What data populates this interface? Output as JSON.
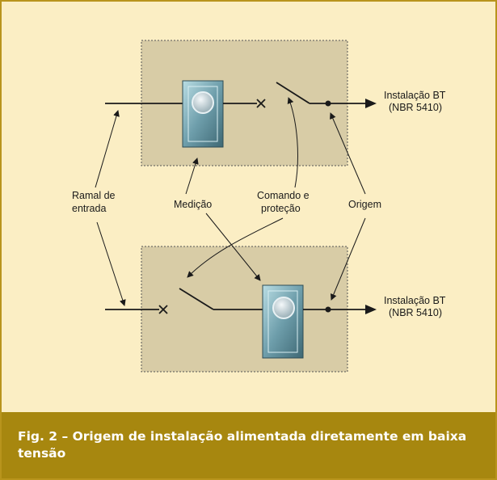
{
  "diagram": {
    "top": {
      "output_label_line1": "Instalação BT",
      "output_label_line2": "(NBR 5410)"
    },
    "bottom": {
      "output_label_line1": "Instalação BT",
      "output_label_line2": "(NBR 5410)"
    },
    "labels": {
      "ramal_line1": "Ramal de",
      "ramal_line2": "entrada",
      "medicao": "Medição",
      "comando_line1": "Comando e",
      "comando_line2": "proteção",
      "origem": "Origem"
    }
  },
  "caption": {
    "text": "Fig. 2 – Origem de instalação alimentada diretamente em baixa tensão"
  },
  "colors": {
    "background": "#fbeec4",
    "box_fill": "#d8cca6",
    "meter": "#5e8e9a",
    "caption_bg": "#a7870f"
  }
}
